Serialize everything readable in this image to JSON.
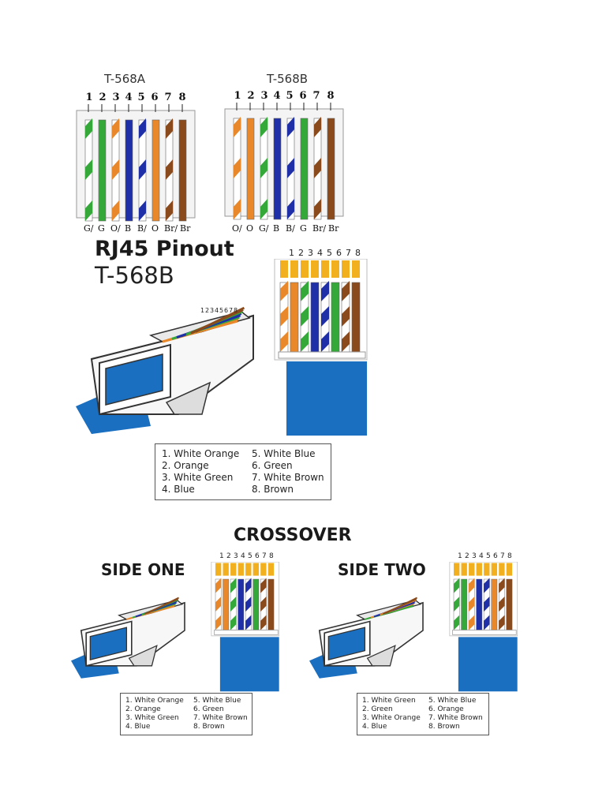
{
  "standards": {
    "a": {
      "title": "T-568A",
      "pins": [
        "1",
        "2",
        "3",
        "4",
        "5",
        "6",
        "7",
        "8"
      ],
      "labels": [
        "G/",
        "G",
        "O/",
        "B",
        "B/",
        "O",
        "Br/",
        "Br"
      ],
      "wires": [
        {
          "base": "white",
          "stripe": "green"
        },
        {
          "base": "green",
          "stripe": "green"
        },
        {
          "base": "white",
          "stripe": "orange"
        },
        {
          "base": "blue",
          "stripe": "blue"
        },
        {
          "base": "white",
          "stripe": "blue"
        },
        {
          "base": "orange",
          "stripe": "orange"
        },
        {
          "base": "white",
          "stripe": "brown"
        },
        {
          "base": "brown",
          "stripe": "brown"
        }
      ]
    },
    "b": {
      "title": "T-568B",
      "pins": [
        "1",
        "2",
        "3",
        "4",
        "5",
        "6",
        "7",
        "8"
      ],
      "labels": [
        "O/",
        "O",
        "G/",
        "B",
        "B/",
        "G",
        "Br/",
        "Br"
      ],
      "wires": [
        {
          "base": "white",
          "stripe": "orange"
        },
        {
          "base": "orange",
          "stripe": "orange"
        },
        {
          "base": "white",
          "stripe": "green"
        },
        {
          "base": "blue",
          "stripe": "blue"
        },
        {
          "base": "white",
          "stripe": "blue"
        },
        {
          "base": "green",
          "stripe": "green"
        },
        {
          "base": "white",
          "stripe": "brown"
        },
        {
          "base": "brown",
          "stripe": "brown"
        }
      ]
    }
  },
  "pinout": {
    "title": "RJ45 Pinout",
    "subtitle": "T-568B",
    "pins": [
      "1",
      "2",
      "3",
      "4",
      "5",
      "6",
      "7",
      "8"
    ],
    "legend_left": [
      "1. White Orange",
      "2. Orange",
      "3. White Green",
      "4. Blue"
    ],
    "legend_right": [
      "5. White Blue",
      "6. Green",
      "7. White Brown",
      "8. Brown"
    ]
  },
  "crossover": {
    "title": "CROSSOVER",
    "side_one": {
      "label": "SIDE ONE",
      "pins": [
        "1",
        "2",
        "3",
        "4",
        "5",
        "6",
        "7",
        "8"
      ],
      "legend_left": [
        "1. White Orange",
        "2. Orange",
        "3. White Green",
        "4. Blue"
      ],
      "legend_right": [
        "5. White Blue",
        "6. Green",
        "7. White Brown",
        "8. Brown"
      ]
    },
    "side_two": {
      "label": "SIDE TWO",
      "pins": [
        "1",
        "2",
        "3",
        "4",
        "5",
        "6",
        "7",
        "8"
      ],
      "legend_left": [
        "1. White Green",
        "2. Green",
        "3. White Orange",
        "4. Blue"
      ],
      "legend_right": [
        "5. White Blue",
        "6. Orange",
        "7. White Brown",
        "8. Brown"
      ]
    }
  },
  "colors": {
    "orange": "#e8882a",
    "green": "#35a83a",
    "blue": "#1f2fa8",
    "brown": "#8a4a1c",
    "cable_blue": "#1a6fc0",
    "gold": "#f2b01e"
  }
}
